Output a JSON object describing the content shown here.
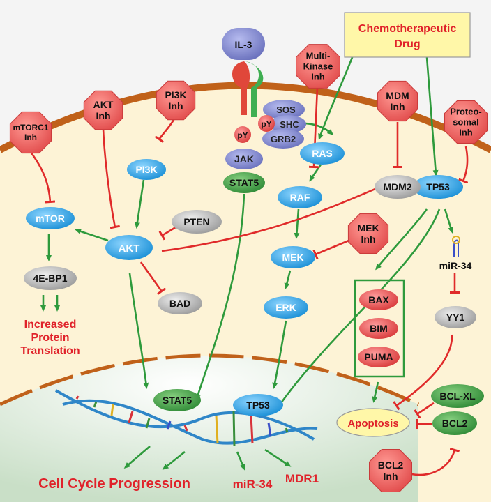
{
  "colors": {
    "outer_bg": "#f4f4f4",
    "cytoplasm": "#fdf3d6",
    "membrane": "#c0611a",
    "nucleus": "#e3f0e0",
    "activate": "#2e9a3c",
    "inhibit": "#e02a2a",
    "blue_node": "#2aa3e6",
    "gray_node": "#b8b8b8",
    "green_node": "#3f9a44",
    "red_node": "#e25a5a",
    "violet_node": "#7f86c9",
    "drug_fill": "#fff7a8",
    "label_red": "#e0222a"
  },
  "drug": {
    "line1": "Chemotherapeutic",
    "line2": "Drug"
  },
  "receptor": {
    "ligand": "IL-3"
  },
  "inhibitors": {
    "mtorc1": [
      "mTORC1",
      "Inh"
    ],
    "akt": [
      "AKT",
      "Inh"
    ],
    "pi3k": [
      "PI3K",
      "Inh"
    ],
    "multikinase": [
      "Multi-",
      "Kinase",
      "Inh"
    ],
    "mdm": [
      "MDM",
      "Inh"
    ],
    "proteosomal": [
      "Proteo-",
      "somal",
      "Inh"
    ],
    "mek": [
      "MEK",
      "Inh"
    ],
    "bcl2": [
      "BCL2",
      "Inh"
    ]
  },
  "nodes": {
    "mtor": "mTOR",
    "pi3k": "PI3K",
    "akt": "AKT",
    "pten": "PTEN",
    "ebp1": "4E-BP1",
    "bad": "BAD",
    "ras": "RAS",
    "raf": "RAF",
    "mek": "MEK",
    "erk": "ERK",
    "mdm2": "MDM2",
    "tp53": "TP53",
    "jak": "JAK",
    "stat5": "STAT5",
    "py1": "pY",
    "py2": "pY",
    "sos": "SOS",
    "shc": "SHC",
    "grb2": "GRB2",
    "yy1": "YY1",
    "bax": "BAX",
    "bim": "BIM",
    "puma": "PUMA",
    "bclxl": "BCL-XL",
    "bcl2": "BCL2",
    "stat5_nuc": "STAT5",
    "tp53_nuc": "TP53"
  },
  "labels": {
    "mir34": "miR-34",
    "translation": [
      "Increased",
      "Protein",
      "Translation"
    ],
    "apoptosis": "Apoptosis",
    "cell_cycle": "Cell Cycle Progression",
    "mir34_out": "miR-34",
    "mdr1": "MDR1"
  }
}
